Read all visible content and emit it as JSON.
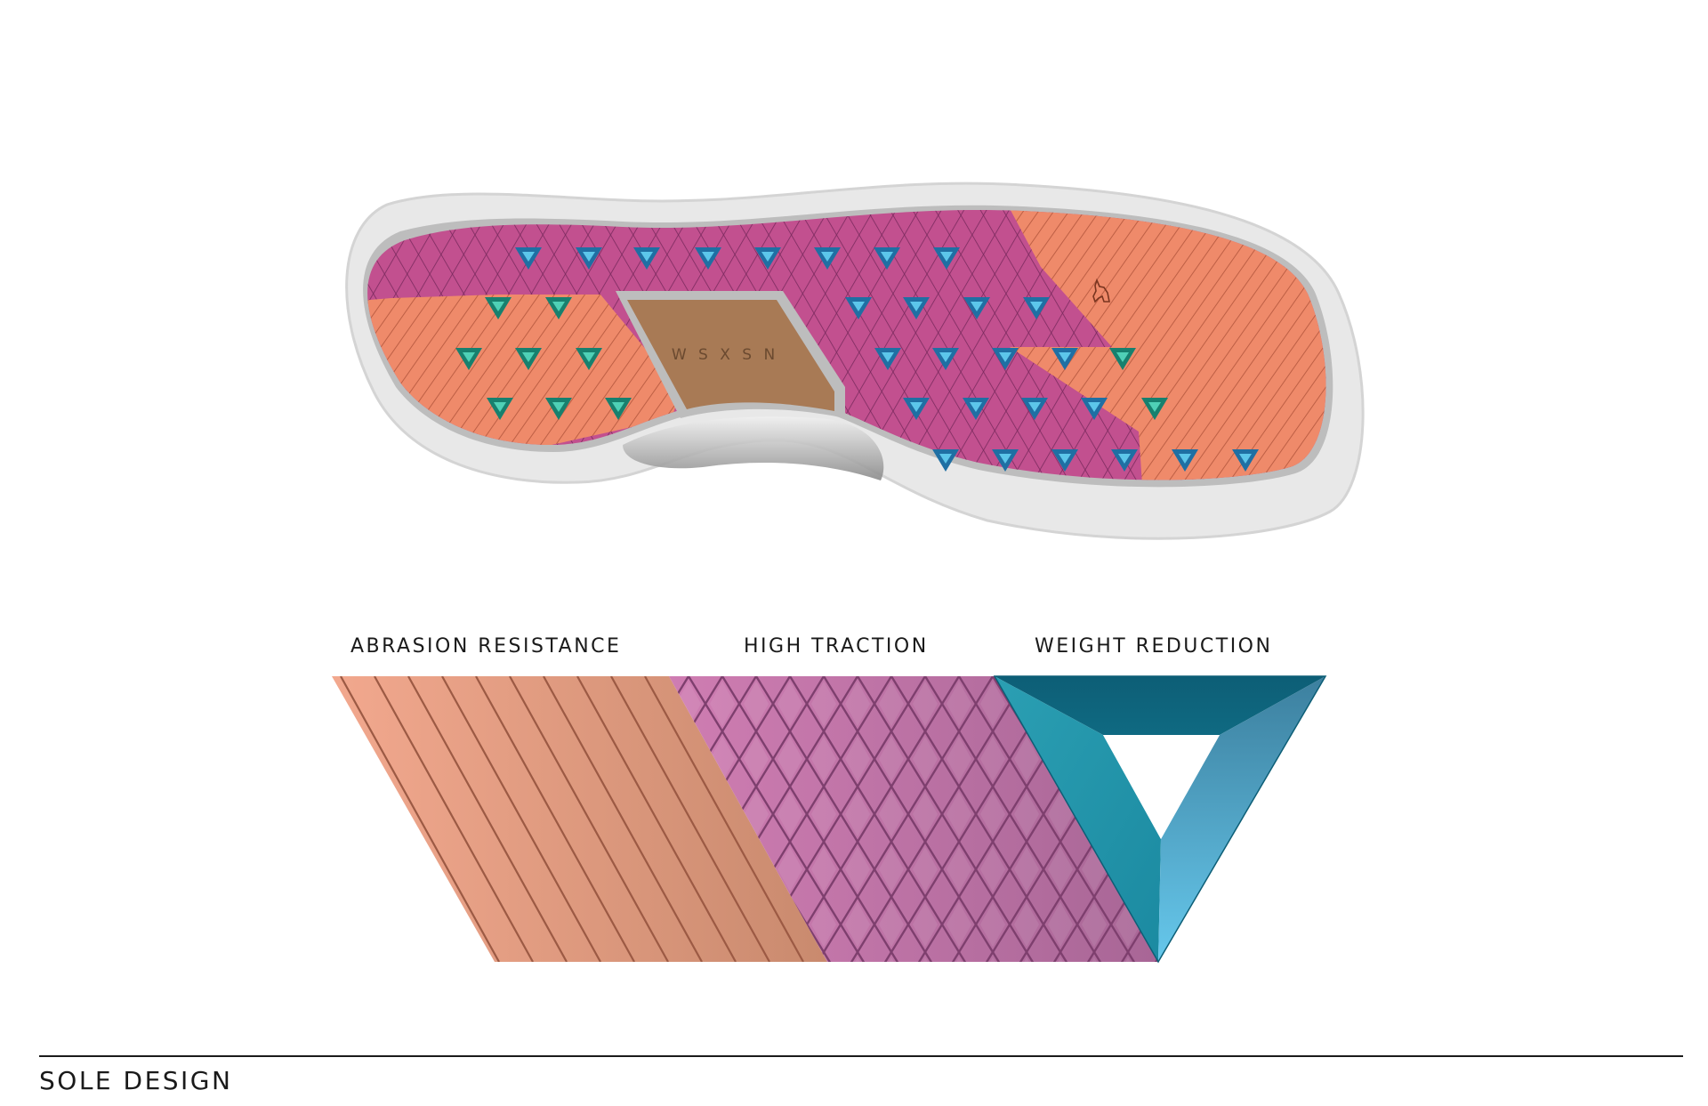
{
  "sole": {
    "brand_text": "W S X S N"
  },
  "features": {
    "abrasion": "ABRASION RESISTANCE",
    "traction": "HIGH TRACTION",
    "weight": "WEIGHT REDUCTION"
  },
  "footer": {
    "title": "SOLE DESIGN"
  },
  "colors": {
    "magenta": "#c2508f",
    "salmon": "#ef8a6a",
    "brown": "#a87a55",
    "teal": "#1e8fa6",
    "outsole_gray": "#e6e6e6",
    "ink": "#1a1a1a"
  }
}
